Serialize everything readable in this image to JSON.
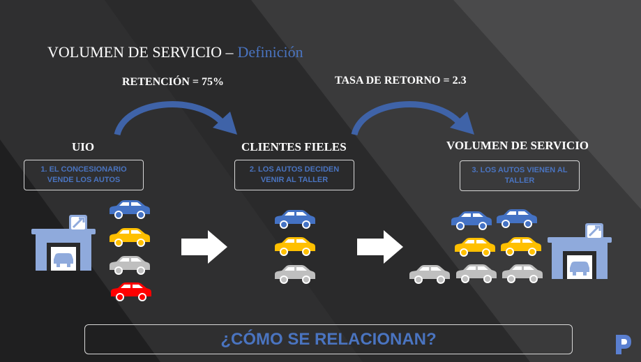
{
  "slide": {
    "title": "VOLUMEN DE SERVICIO –",
    "title_accent": "Definición"
  },
  "formulas": {
    "retention": "RETENCIÓN = 75%",
    "return_rate": "TASA DE RETORNO = 2.3"
  },
  "stages": [
    {
      "label": "UIO",
      "description": "1. EL CONCESIONARIO VENDE LOS AUTOS"
    },
    {
      "label": "CLIENTES FIELES",
      "description": "2. LOS AUTOS DECIDEN VENIR AL TALLER"
    },
    {
      "label": "VOLUMEN DE SERVICIO",
      "description": "3. LOS AUTOS VIENEN AL TALLER"
    }
  ],
  "question": "¿CÓMO SE RELACIONAN?",
  "colors": {
    "accent_blue": "#4a74c0",
    "car_blue": "#4472c4",
    "car_yellow": "#ffc000",
    "car_gray": "#bfbfbf",
    "car_red": "#ff0000",
    "workshop_blue": "#8faadc"
  },
  "icons": [
    "workshop-icon",
    "car-icon",
    "right-arrow-icon",
    "curved-arrow-icon",
    "brand-logo-icon"
  ]
}
